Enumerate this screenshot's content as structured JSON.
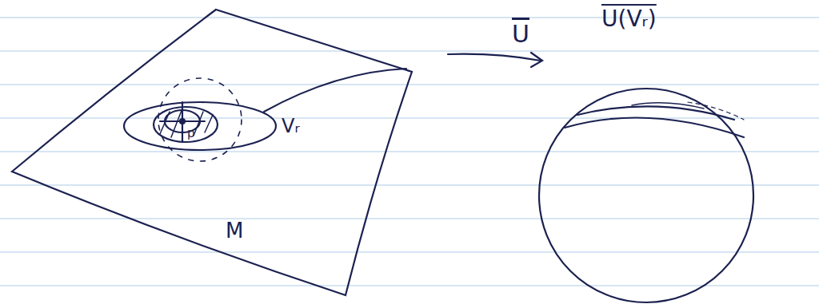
{
  "diagram": {
    "labels": [
      "M",
      "p",
      "Vᵣ",
      "U",
      "U(Vᵣ)"
    ]
  }
}
